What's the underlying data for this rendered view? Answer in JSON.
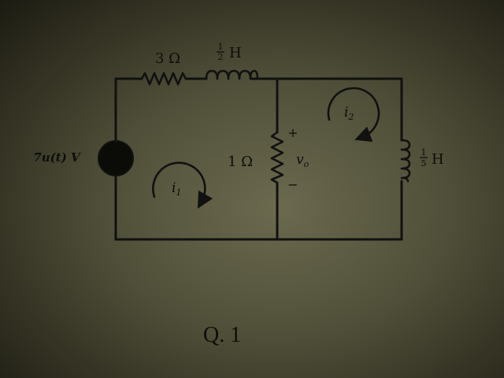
{
  "diagram": {
    "question_label": "Q. 1",
    "source_label": "7u(t) V",
    "series_resistor": "3 Ω",
    "series_inductor": {
      "num": "1",
      "den": "2",
      "unit": "H"
    },
    "shunt_resistor": "1 Ω",
    "shunt_inductor": {
      "num": "1",
      "den": "5",
      "unit": "H"
    },
    "output": {
      "plus": "+",
      "minus": "−",
      "var": "v",
      "sub": "o"
    },
    "mesh1": {
      "var": "i",
      "sub": "1"
    },
    "mesh2": {
      "var": "i",
      "sub": "2"
    }
  },
  "colors": {
    "ink": "#111111",
    "paper": "#5a5941"
  }
}
